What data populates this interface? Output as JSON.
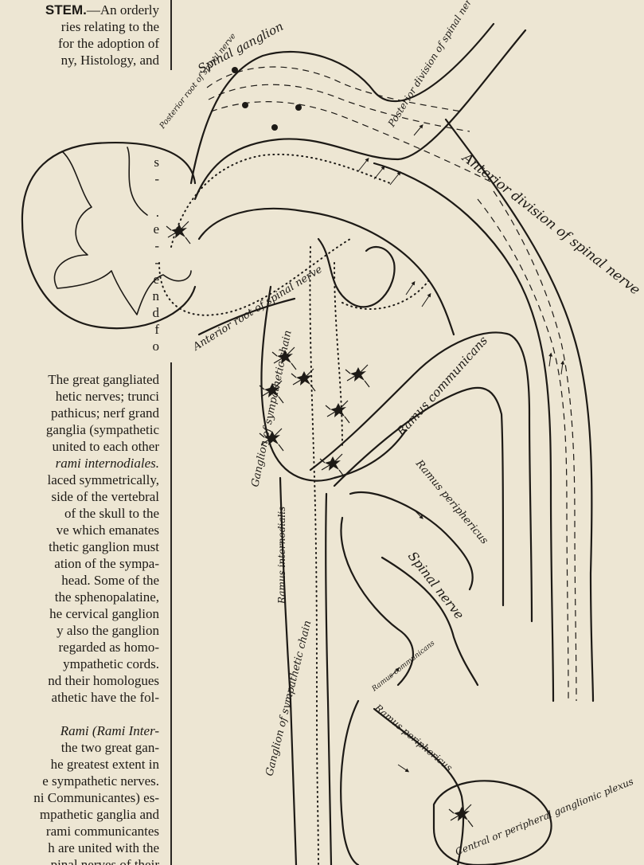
{
  "text_column": {
    "heading_bold": "STEM.",
    "lines_top": [
      "—An orderly",
      "ries relating to the",
      "for the adoption of",
      "ny, Histology, and"
    ],
    "fragments": [
      "s",
      "-",
      ".",
      "e",
      "-",
      "-",
      "e",
      "n",
      "d",
      "f",
      "o"
    ],
    "lines_body": [
      "The great gangliated",
      "hetic nerves; trunci",
      "pathicus; nerf grand",
      "ganglia (sympathetic",
      "united to each other",
      "rami internodiales.",
      "laced symmetrically,",
      "side of the vertebral",
      "of the skull to the",
      "ve which emanates",
      "thetic ganglion must",
      "ation of the sympa-",
      "head. Some of the",
      "the sphenopalatine,",
      "he cervical ganglion",
      "y also the ganglion",
      "regarded as homo-",
      "ympathetic cords.",
      "nd their homologues",
      "athetic have the fol-"
    ],
    "lines_bottom": [
      "Rami (Rami Inter-",
      "the two great gan-",
      "he greatest extent in",
      "e sympathetic nerves.",
      "ni Communicantes) es-",
      "mpathetic ganglia and",
      "rami communicantes",
      "h are united with the",
      "pinal nerves of their"
    ]
  },
  "diagram": {
    "labels": {
      "spinal_ganglion": "Spinal ganglion",
      "posterior_root": "Posterior root of spinal nerve",
      "posterior_division": "Posterior division of spinal nerve",
      "anterior_division": "Anterior division of spinal nerve",
      "anterior_root": "Anterior root of spinal nerve",
      "ganglion_chain_upper": "Ganglion of sympathetic chain",
      "ramus_communicans_1": "Ramus communicans",
      "ramus_periphericus_1": "Ramus periphericus",
      "ramus_internodialis": "Ramus internodialis",
      "spinal_nerve": "Spinal nerve",
      "ramus_communicans_2": "Ramus communicans",
      "ramus_periphericus_2": "Ramus periphericus",
      "ganglion_chain_lower": "Ganglion of sympathetic chain",
      "central_plexus": "Central or peripheral ganglionic plexus"
    }
  }
}
